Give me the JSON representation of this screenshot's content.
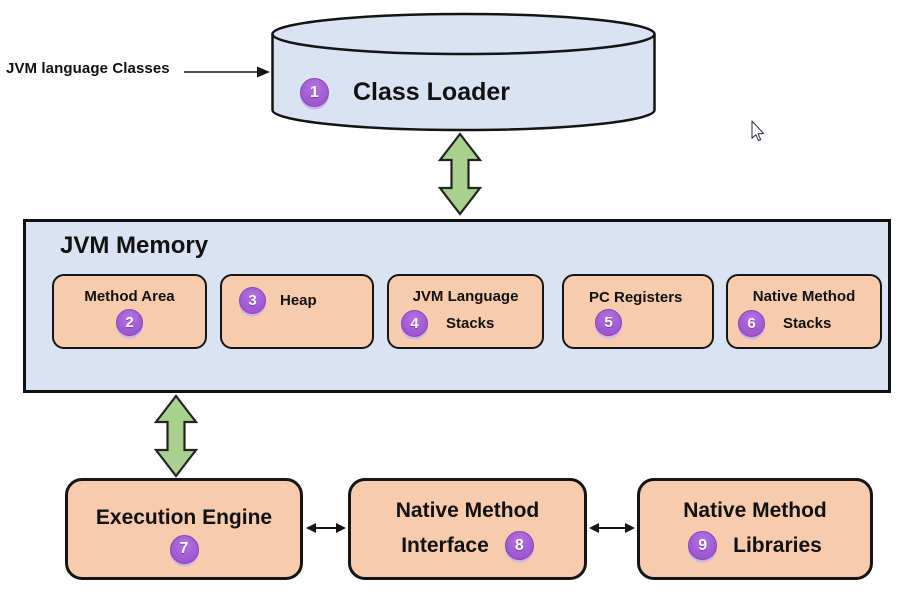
{
  "input_label": "JVM language Classes",
  "class_loader": {
    "badge": "1",
    "label": "Class Loader"
  },
  "jvm_memory": {
    "title": "JVM Memory",
    "components": [
      {
        "badge": "2",
        "label": "Method Area"
      },
      {
        "badge": "3",
        "label": "Heap"
      },
      {
        "badge": "4",
        "line1": "JVM Language",
        "line2": "Stacks"
      },
      {
        "badge": "5",
        "label": "PC Registers"
      },
      {
        "badge": "6",
        "line1": "Native Method",
        "line2": "Stacks"
      }
    ]
  },
  "execution_engine": {
    "badge": "7",
    "label": "Execution Engine"
  },
  "native_method_interface": {
    "badge": "8",
    "line1": "Native Method",
    "line2": "Interface"
  },
  "native_method_libraries": {
    "badge": "9",
    "line1": "Native Method",
    "line2": "Libraries"
  },
  "colors": {
    "panel_fill": "#dae3f3",
    "component_fill": "#f8cbad",
    "arrow_green": "#a9d18e",
    "badge_purple": "#a35cd4",
    "outline": "#141414"
  }
}
